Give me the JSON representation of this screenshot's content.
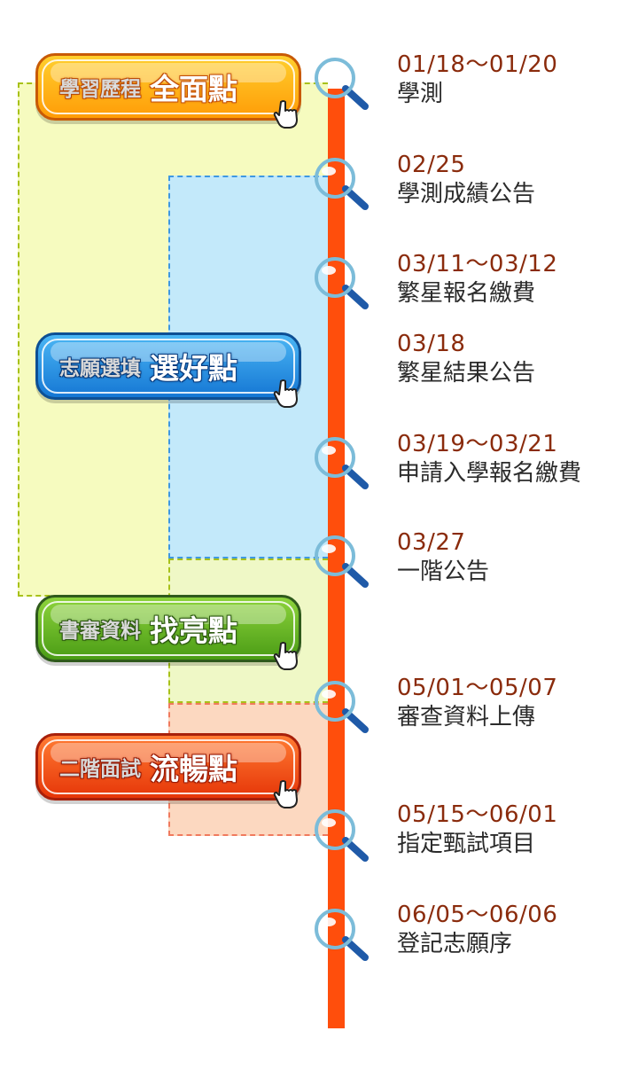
{
  "badges": [
    {
      "small": "學習歷程",
      "big": "全面點",
      "color": "#ff9c07"
    },
    {
      "small": "志願選填",
      "big": "選好點",
      "color": "#1577d4"
    },
    {
      "small": "書審資料",
      "big": "找亮點",
      "color": "#4a9c15"
    },
    {
      "small": "二階面試",
      "big": "流暢點",
      "color": "#e63608"
    }
  ],
  "timeline": [
    {
      "date": "01/18～01/20",
      "event": "學測",
      "icon": "magnifier-icon"
    },
    {
      "date": "02/25",
      "event": "學測成績公告",
      "icon": "magnifier-icon"
    },
    {
      "date": "03/11～03/12",
      "event": "繁星報名繳費",
      "icon": "magnifier-icon"
    },
    {
      "date": "03/18",
      "event": "繁星結果公告",
      "icon": null
    },
    {
      "date": "03/19～03/21",
      "event": "申請入學報名繳費",
      "icon": "magnifier-icon"
    },
    {
      "date": "03/27",
      "event": "一階公告",
      "icon": "magnifier-icon"
    },
    {
      "date": "05/01～05/07",
      "event": "審查資料上傳",
      "icon": "magnifier-icon"
    },
    {
      "date": "05/15～06/01",
      "event": "指定甄試項目",
      "icon": "magnifier-icon"
    },
    {
      "date": "06/05～06/06",
      "event": "登記志願序",
      "icon": "magnifier-icon"
    }
  ],
  "colors": {
    "timeline": "#ff4e0c",
    "date_text": "#8a2b0c",
    "event_text": "#2b2b2b",
    "zone_yellow": "#f6fbbf",
    "zone_blue": "#c3e9fa",
    "zone_green": "#eff8c6",
    "zone_orange": "#fcd8c0"
  }
}
